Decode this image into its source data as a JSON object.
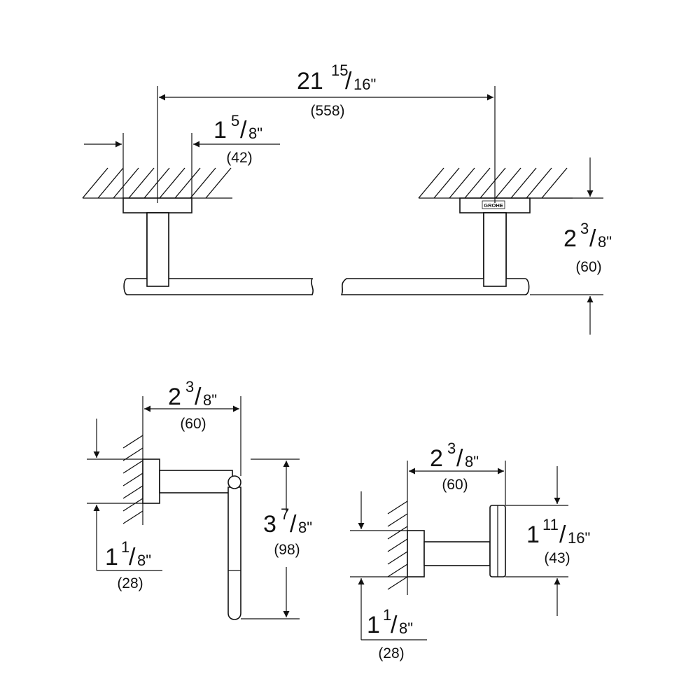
{
  "diagram": {
    "colors": {
      "ink": "#111111",
      "paper": "#ffffff"
    },
    "brand_logo": "GROHE",
    "towel_bar": {
      "overall_width": {
        "inch_whole": "21",
        "inch_num": "15",
        "inch_den": "16\"",
        "mm": "(558)"
      },
      "bracket_width": {
        "inch_whole": "1",
        "inch_num": "5",
        "inch_den": "8\"",
        "mm": "(42)"
      },
      "projection": {
        "inch_whole": "2",
        "inch_num": "3",
        "inch_den": "8\"",
        "mm": "(60)"
      }
    },
    "paper_holder": {
      "projection": {
        "inch_whole": "2",
        "inch_num": "3",
        "inch_den": "8\"",
        "mm": "(60)"
      },
      "height": {
        "inch_whole": "3",
        "inch_num": "7",
        "inch_den": "8\"",
        "mm": "(98)"
      },
      "flange": {
        "inch_whole": "1",
        "inch_num": "1",
        "inch_den": "8\"",
        "mm": "(28)"
      }
    },
    "robe_hook": {
      "projection": {
        "inch_whole": "2",
        "inch_num": "3",
        "inch_den": "8\"",
        "mm": "(60)"
      },
      "cap": {
        "inch_whole": "1",
        "inch_num": "11",
        "inch_den": "16\"",
        "mm": "(43)"
      },
      "flange": {
        "inch_whole": "1",
        "inch_num": "1",
        "inch_den": "8\"",
        "mm": "(28)"
      }
    }
  }
}
